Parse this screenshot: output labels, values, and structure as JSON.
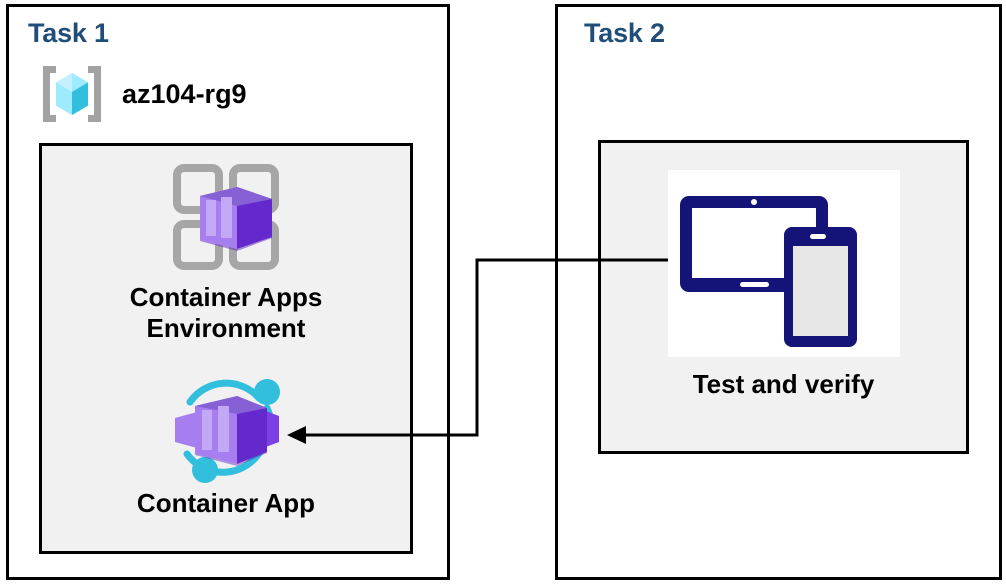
{
  "diagram": {
    "title_color": "#1F4E79",
    "background": "#ffffff",
    "group_fill": "#f1f1f1",
    "border_color": "#000000"
  },
  "task1": {
    "title": "Task 1",
    "resource_group": {
      "icon": "resource-group-icon",
      "label": "az104-rg9"
    },
    "items": [
      {
        "icon": "container-apps-environment-icon",
        "label": "Container Apps\nEnvironment",
        "accent": "#7b3fe4"
      },
      {
        "icon": "container-app-icon",
        "label": "Container App",
        "accent": "#7b3fe4",
        "ring_color": "#32bedd"
      }
    ]
  },
  "task2": {
    "title": "Task 2",
    "items": [
      {
        "icon": "devices-tablet-phone-icon",
        "label": "Test and verify",
        "accent": "#141478"
      }
    ]
  },
  "connector": {
    "name": "test-to-container-app-arrow",
    "from": "devices-tablet-phone-icon",
    "to": "container-app-icon",
    "style": "elbow-arrow",
    "color": "#000000"
  }
}
